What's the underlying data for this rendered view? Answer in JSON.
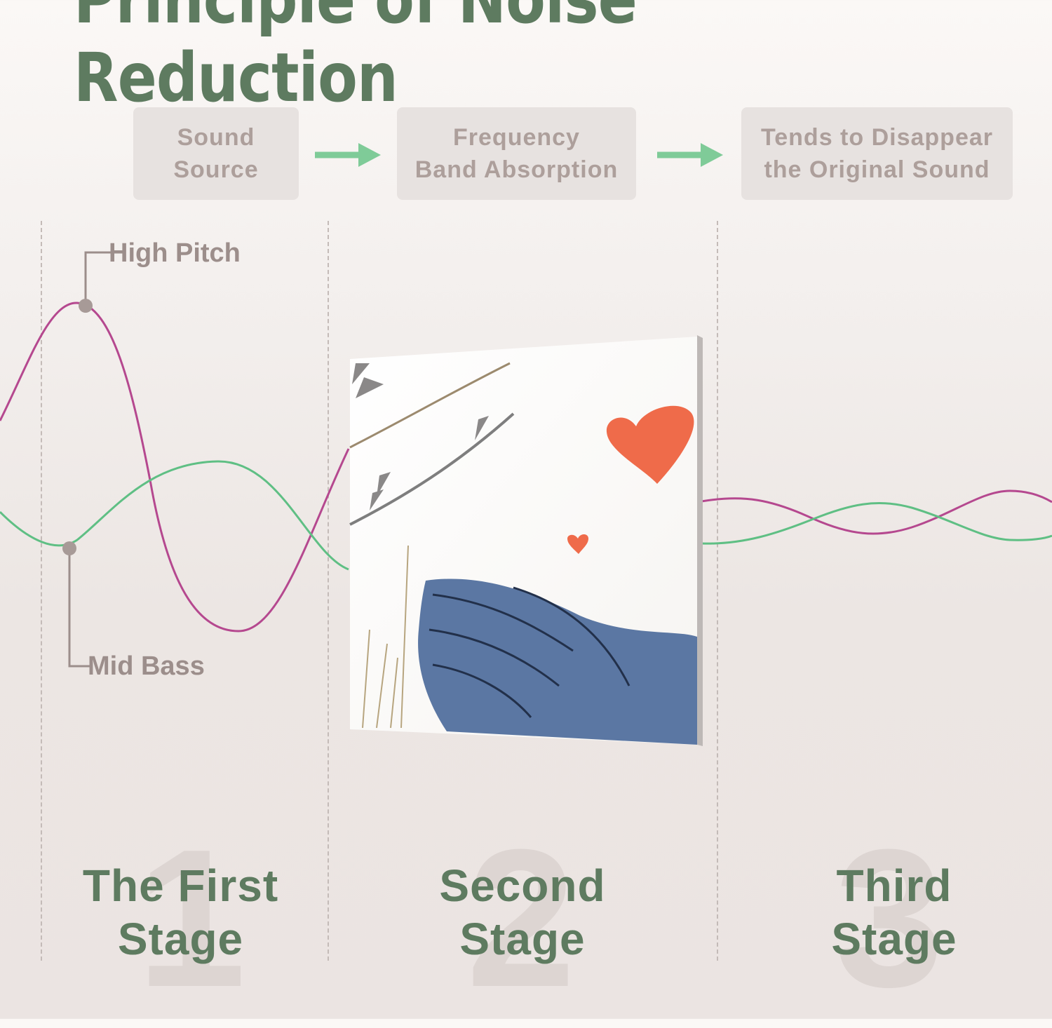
{
  "title": "Principle of Noise Reduction",
  "steps": [
    {
      "line1": "Sound",
      "line2": "Source"
    },
    {
      "line1": "Frequency",
      "line2": "Band Absorption"
    },
    {
      "line1": "Tends to Disappear",
      "line2": "the Original Sound"
    }
  ],
  "callouts": {
    "high": "High Pitch",
    "mid": "Mid Bass"
  },
  "stages": [
    {
      "number": "1",
      "line1": "The First",
      "line2": "Stage"
    },
    {
      "number": "2",
      "line1": "Second",
      "line2": "Stage"
    },
    {
      "number": "3",
      "line1": "Third",
      "line2": "Stage"
    }
  ],
  "colors": {
    "accent_green": "#5e7b60",
    "high_pitch_wave": "#b5488f",
    "mid_bass_wave": "#5fbf84",
    "arrow": "#7fcb98",
    "heart": "#ef6b4a",
    "bird": "#5b77a3"
  }
}
